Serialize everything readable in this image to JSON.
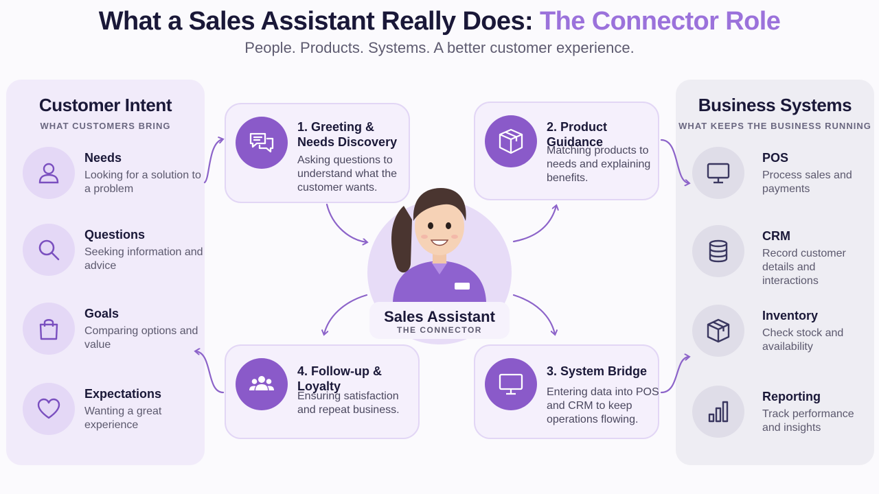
{
  "header": {
    "title_main": "What a Sales Assistant Really Does:",
    "title_accent": "The Connector Role",
    "subtitle": "People. Products. Systems. A better customer experience."
  },
  "left_panel": {
    "title": "Customer Intent",
    "subtitle": "WHAT CUSTOMERS BRING",
    "items": [
      {
        "name": "Needs",
        "desc": "Looking for a solution to a problem",
        "icon": "person-icon"
      },
      {
        "name": "Questions",
        "desc": "Seeking information and advice",
        "icon": "magnifier-icon"
      },
      {
        "name": "Goals",
        "desc": "Comparing options and value",
        "icon": "shopping-bag-icon"
      },
      {
        "name": "Expectations",
        "desc": "Wanting a great experience",
        "icon": "heart-icon"
      }
    ]
  },
  "right_panel": {
    "title": "Business Systems",
    "subtitle": "WHAT KEEPS THE BUSINESS RUNNING",
    "items": [
      {
        "name": "POS",
        "desc": "Process sales and payments",
        "icon": "monitor-icon"
      },
      {
        "name": "CRM",
        "desc": "Record customer details and interactions",
        "icon": "database-icon"
      },
      {
        "name": "Inventory",
        "desc": "Check stock and availability",
        "icon": "box-icon"
      },
      {
        "name": "Reporting",
        "desc": "Track performance and insights",
        "icon": "bar-chart-icon"
      }
    ]
  },
  "steps": [
    {
      "title": "1. Greeting & Needs Discovery",
      "desc": "Asking questions to understand what the customer wants.",
      "icon": "chat-bubbles-icon"
    },
    {
      "title": "2. Product Guidance",
      "desc": "Matching products to needs and explaining benefits.",
      "icon": "box-icon"
    },
    {
      "title": "3. System Bridge",
      "desc": "Entering data into POS and CRM to keep operations flowing.",
      "icon": "monitor-icon"
    },
    {
      "title": "4. Follow-up & Loyalty",
      "desc": "Ensuring satisfaction and repeat business.",
      "icon": "people-group-icon"
    }
  ],
  "center": {
    "name": "Sales Assistant",
    "role": "THE CONNECTOR",
    "icon": "sales-assistant-avatar"
  },
  "colors": {
    "accent": "#9b72db",
    "step_icon": "#8a5ac9",
    "arrow": "#8c63c9",
    "left_panel_bg": "#f1ebfa",
    "right_panel_bg": "#eeedf3",
    "title_dark": "#1a1838"
  }
}
